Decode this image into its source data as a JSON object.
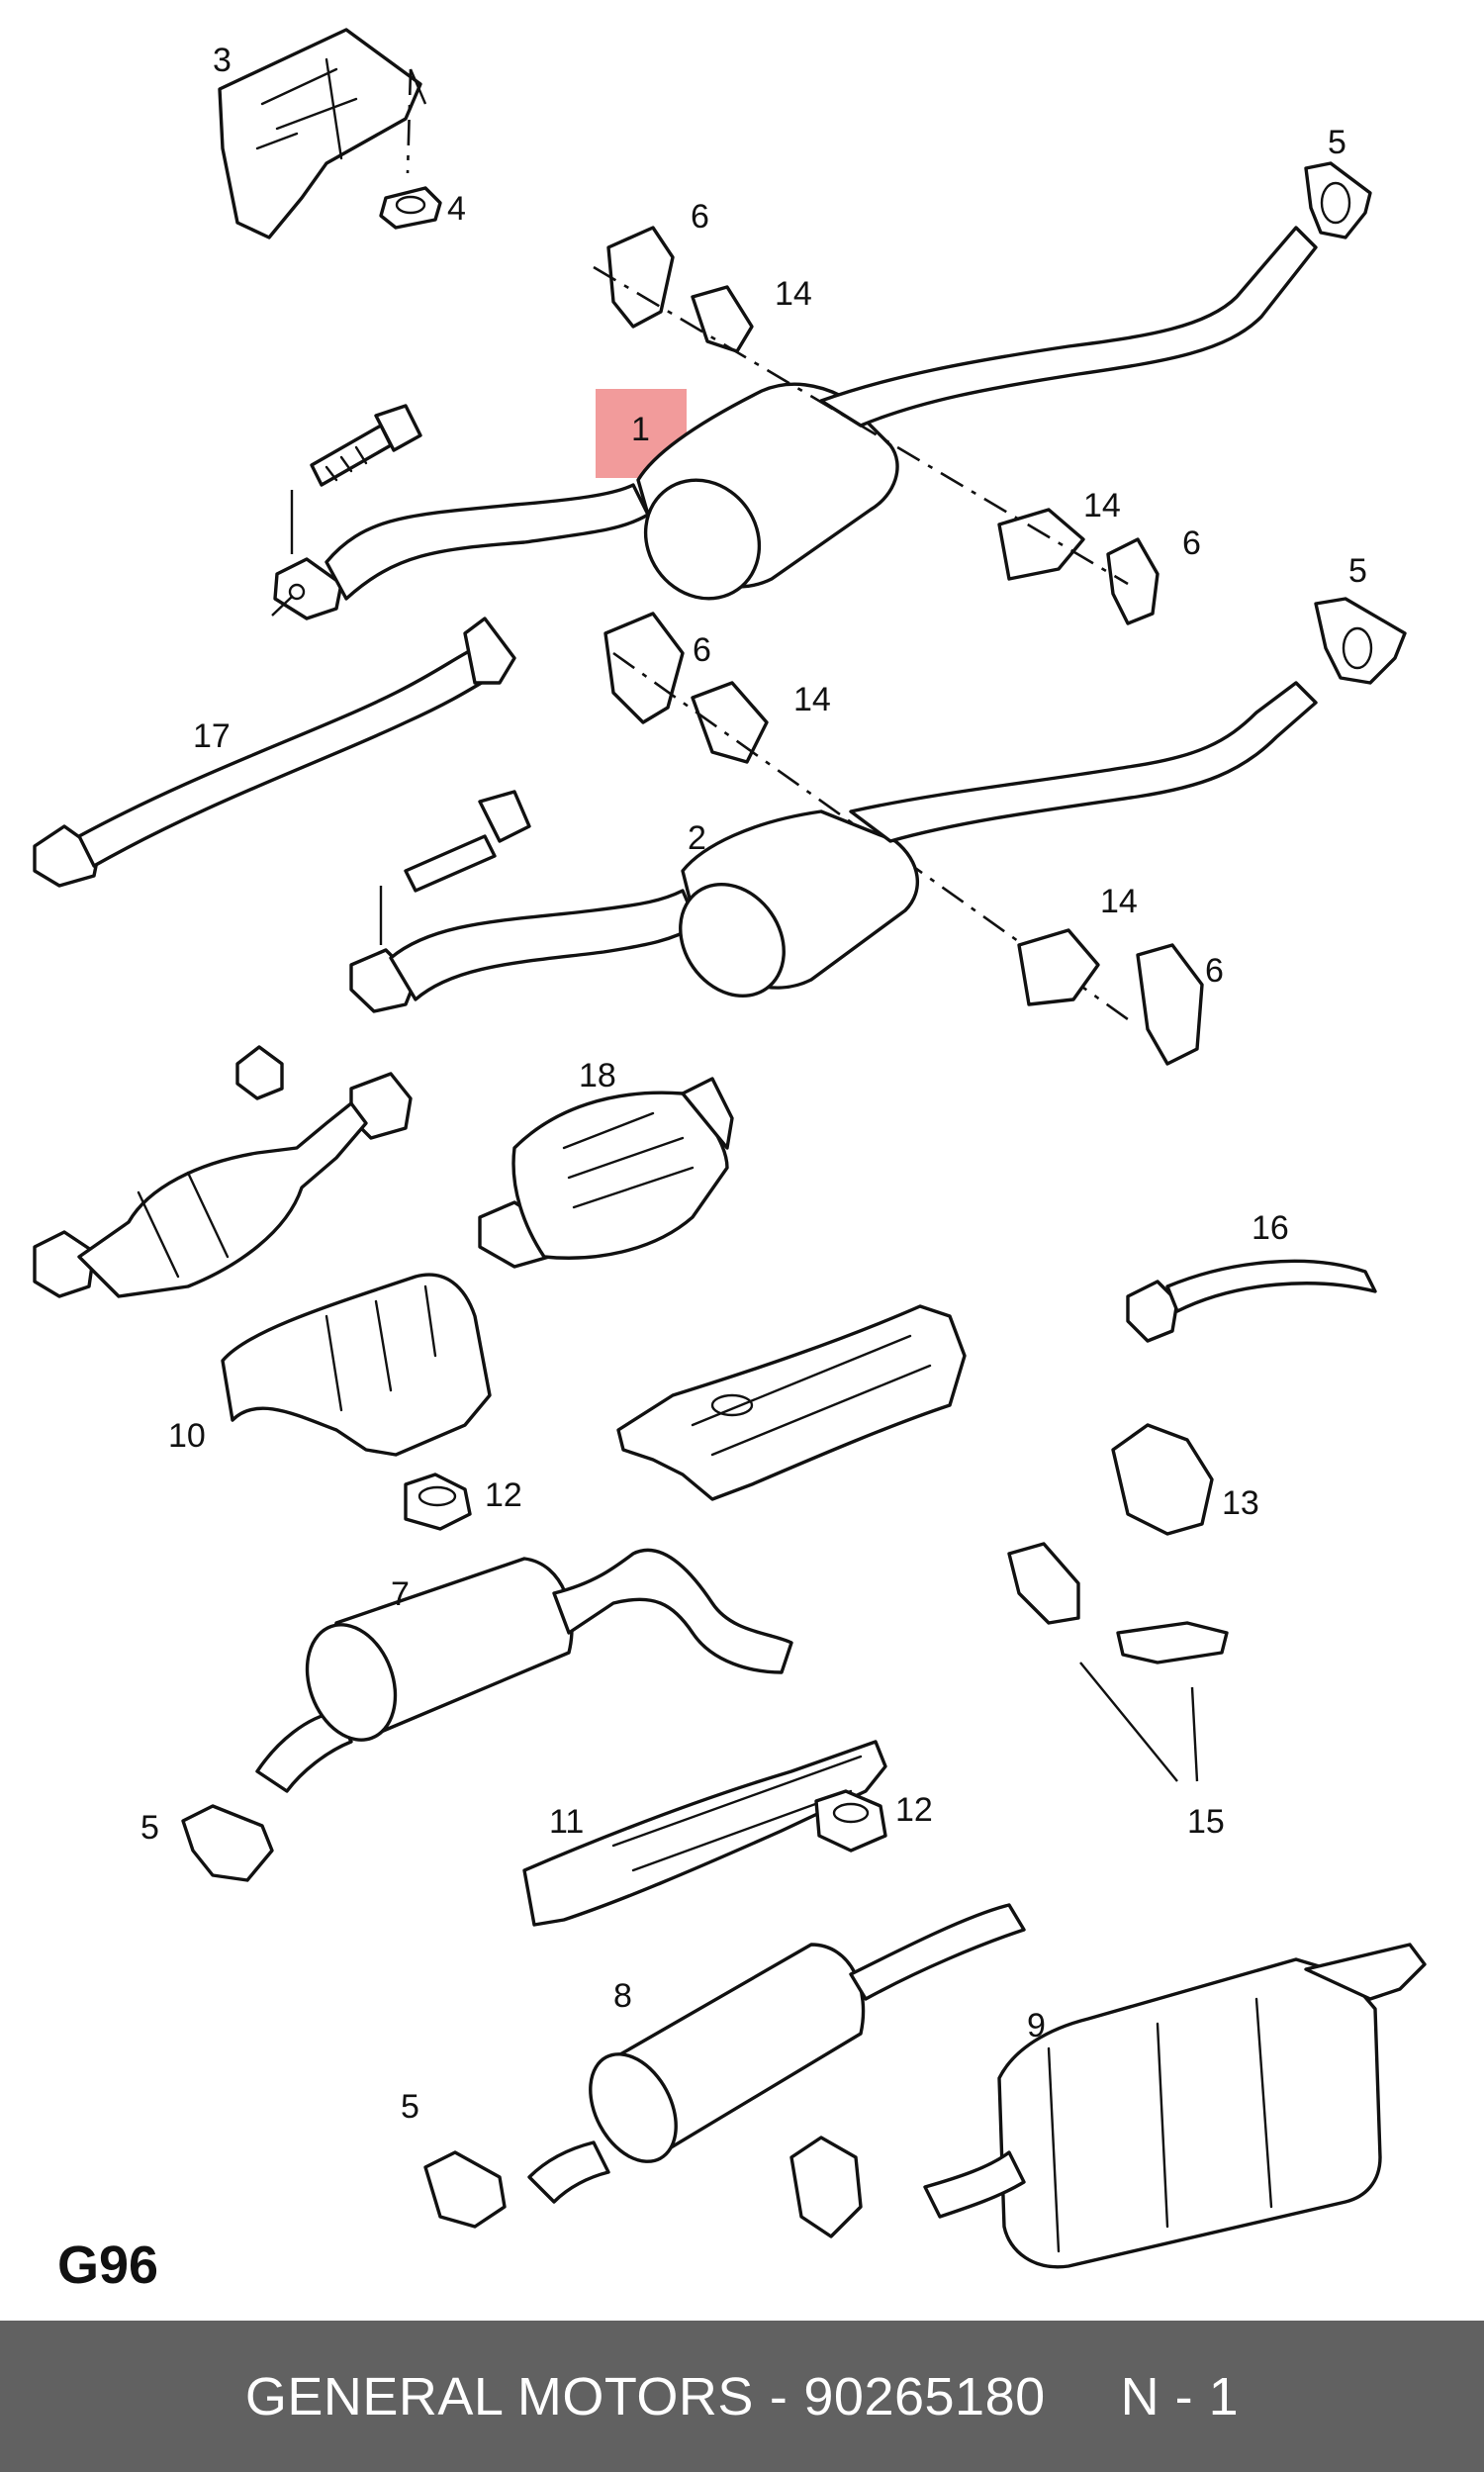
{
  "page_code": "G96",
  "footer": {
    "brand": "GENERAL MOTORS",
    "separator": "-",
    "part_number": "90265180",
    "qty_label": "N - 1"
  },
  "highlight": {
    "callout": "1",
    "color": "#f08a8a"
  },
  "callouts": {
    "c1": "1",
    "c2": "2",
    "c3": "3",
    "c4": "4",
    "c5a": "5",
    "c5b": "5",
    "c5c": "5",
    "c5d": "5",
    "c6a": "6",
    "c6b": "6",
    "c6c": "6",
    "c6d": "6",
    "c7": "7",
    "c8": "8",
    "c9": "9",
    "c10": "10",
    "c11": "11",
    "c12a": "12",
    "c12b": "12",
    "c13": "13",
    "c14a": "14",
    "c14b": "14",
    "c14c": "14",
    "c14d": "14",
    "c15": "15",
    "c16": "16",
    "c17": "17",
    "c18": "18"
  },
  "colors": {
    "line": "#111111",
    "footer_bg": "#616161",
    "footer_text": "#ffffff"
  }
}
